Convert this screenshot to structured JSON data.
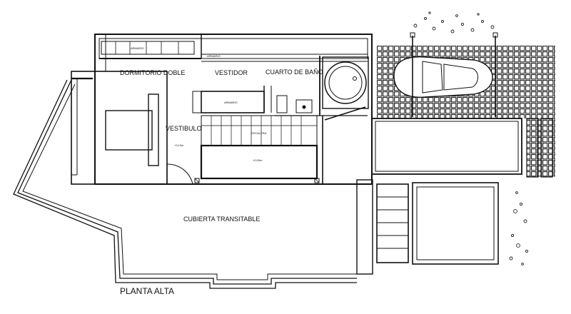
{
  "plan": {
    "title": "PLANTA ALTA",
    "rooms": {
      "dormitorio": "DORMITORIO DOBLE",
      "vestidor": "VESTIDOR",
      "bano": "CUARTO DE BAÑO",
      "vestibulo": "VESTIBULO",
      "cubierta": "CUBIERTA TRANSITABLE"
    },
    "tags": {
      "armario_1": "ARMARIO",
      "armario_2": "ARMARIO",
      "armario_3": "ARMARIO",
      "escalera": "ESCALERA"
    },
    "levels": {
      "vestibulo_level": "+3,13m",
      "stair_level": "+0,00m"
    }
  }
}
